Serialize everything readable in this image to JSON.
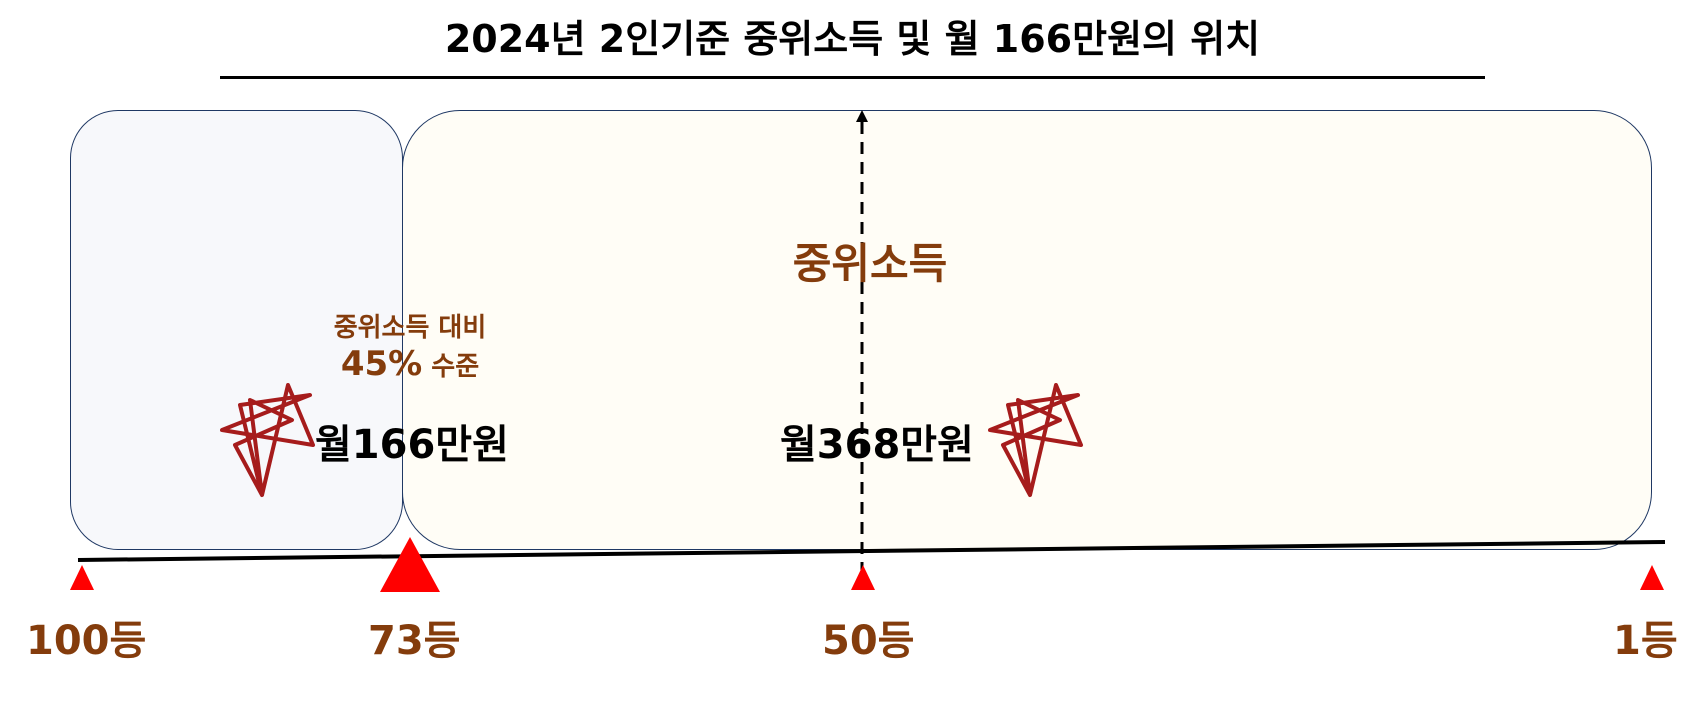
{
  "title": "2024년 2인기준 중위소득 및 월 166만원의 위치",
  "median_label": "중위소득",
  "ratio": {
    "line1": "중위소득 대비",
    "percent": "45%",
    "suffix": " 수준"
  },
  "amounts": {
    "low": "월166만원",
    "median": "월368만원"
  },
  "ranks": [
    "100등",
    "73등",
    "50등",
    "1등"
  ],
  "colors": {
    "accent_text": "#843c0c",
    "marker": "#ff0000",
    "star": "#a61c1c",
    "box_border": "#1f3864"
  }
}
